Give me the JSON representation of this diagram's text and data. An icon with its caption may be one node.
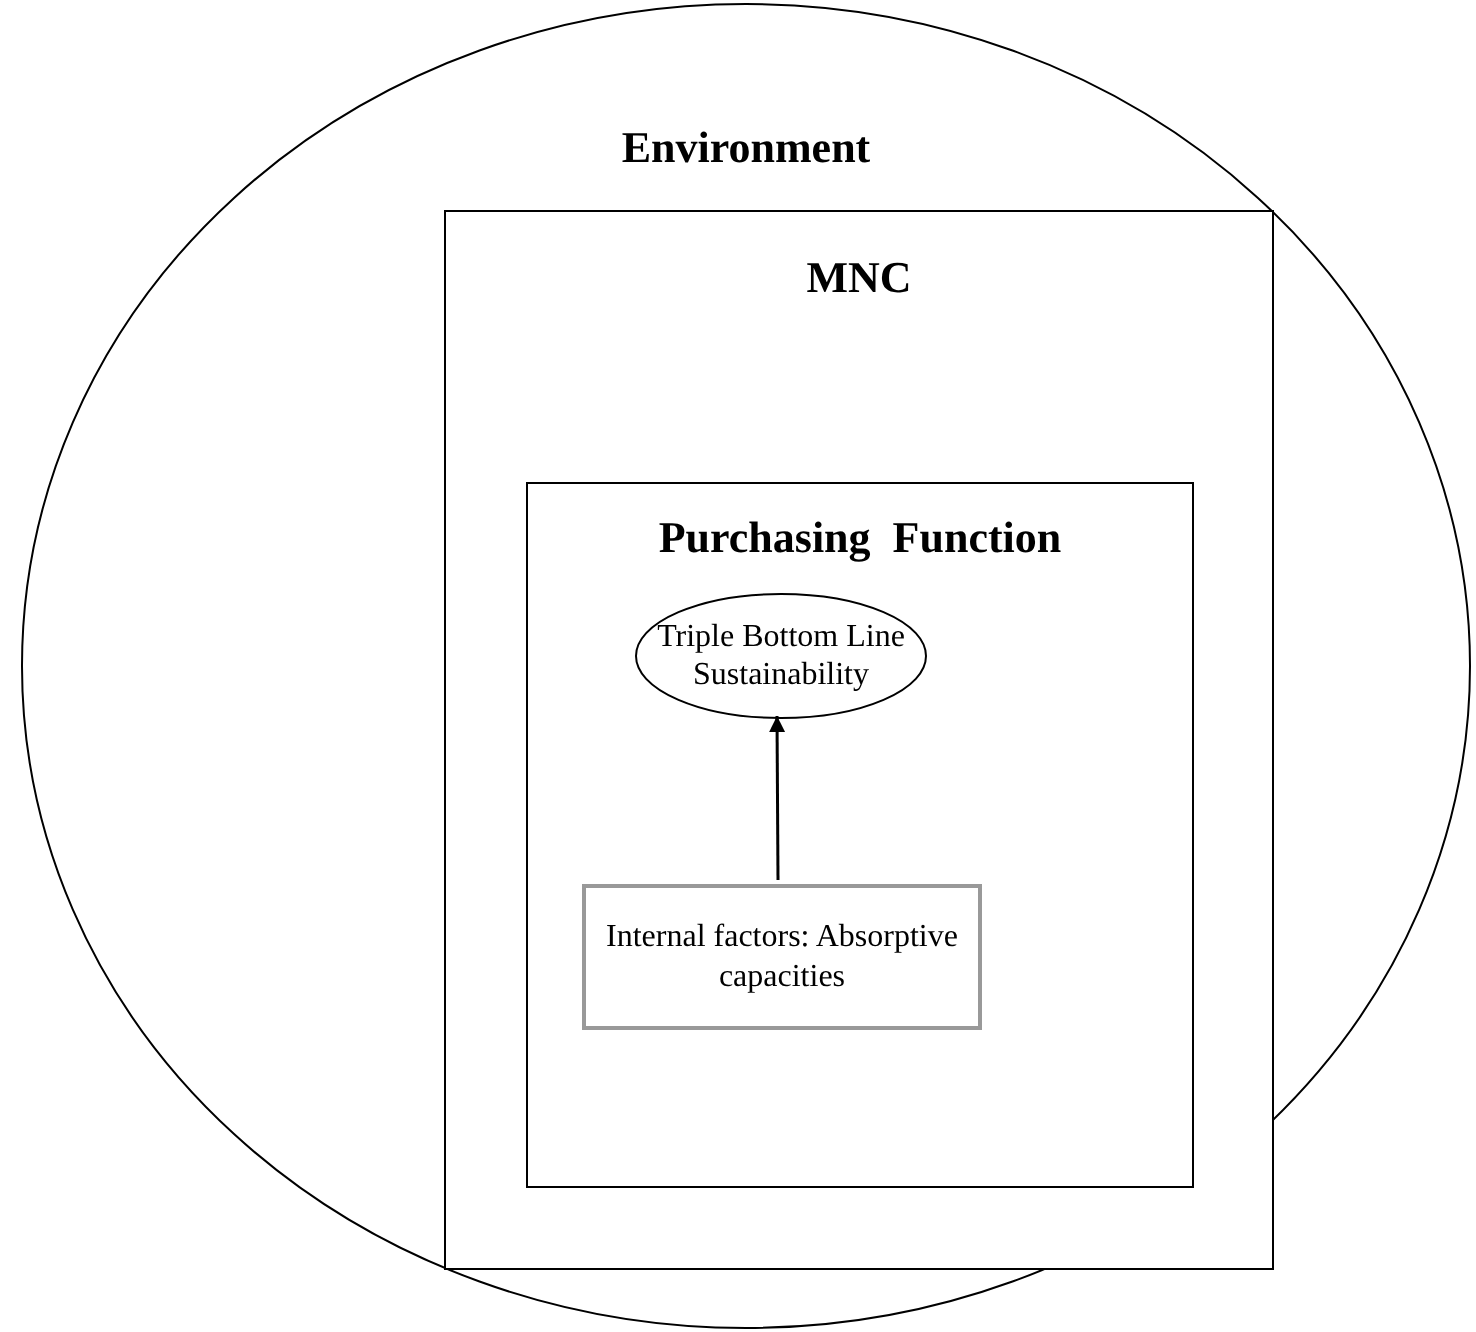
{
  "diagram": {
    "nodes": [
      {
        "text": [
          "Environment"
        ]
      },
      {
        "text": [
          "MNC"
        ],
        "in": 0
      },
      {
        "text": [
          "Purchasing  Function"
        ],
        "in": 1
      },
      {
        "text": [
          "Triple Bottom Line Sustainability"
        ],
        "in": 2
      },
      {
        "text": [
          "Internal factors: Absorptive capacities"
        ],
        "in": 2
      }
    ],
    "edges": [
      {
        "from": 4,
        "to": 3,
        "arrow": "to"
      }
    ]
  }
}
